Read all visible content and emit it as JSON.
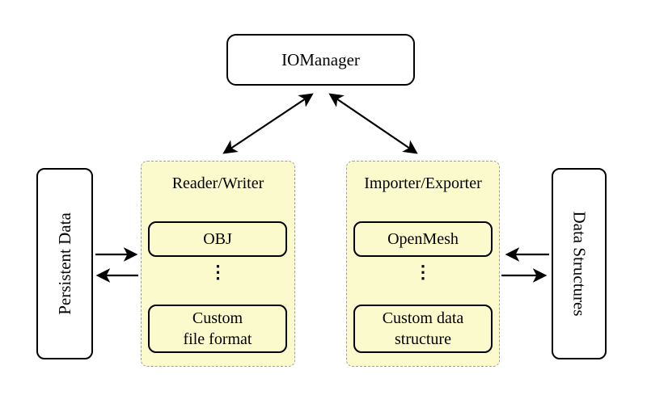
{
  "iomanager": {
    "label": "IOManager"
  },
  "persistent_data": {
    "label": "Persistent Data"
  },
  "data_structures": {
    "label": "Data Structures"
  },
  "reader_writer": {
    "title": "Reader/Writer",
    "format_top": "OBJ",
    "ellipsis": "⋮",
    "format_bottom_line1": "Custom",
    "format_bottom_line2": "file format"
  },
  "importer_exporter": {
    "title": "Importer/Exporter",
    "structure_top": "OpenMesh",
    "ellipsis": "⋮",
    "structure_bottom_line1": "Custom data",
    "structure_bottom_line2": "structure"
  },
  "colors": {
    "group_fill": "#FBFACD",
    "group_border": "#A0A0A0",
    "node_border": "#000000",
    "arrow": "#000000",
    "background": "#FFFFFF"
  }
}
